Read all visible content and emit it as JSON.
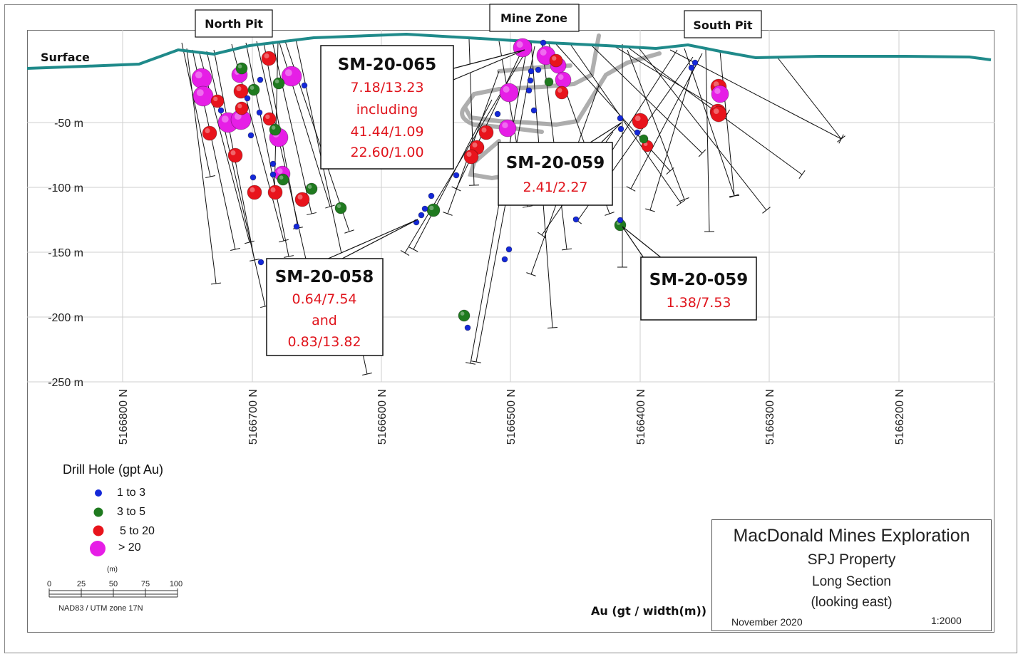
{
  "section": {
    "surface_label": "Surface",
    "pits": [
      {
        "name": "North Pit"
      },
      {
        "name": "Mine Zone"
      },
      {
        "name": "South Pit"
      }
    ],
    "depth_labels": [
      "-50 m",
      "-100 m",
      "-150 m",
      "-200 m",
      "-250 m"
    ],
    "northing_labels": [
      "5166800 N",
      "5166700 N",
      "5166600 N",
      "5166500 N",
      "5166400 N",
      "5166300 N",
      "5166200 N"
    ],
    "units_label": "Au (gt / width(m))",
    "colors": {
      "surface": "#1f8a8a",
      "blue": "#1428d8",
      "green": "#1f7a1f",
      "red": "#e8141c",
      "magenta": "#e61ee6",
      "callout_red": "#e0141c"
    }
  },
  "callouts": [
    {
      "hole": "SM-20-065",
      "lines": [
        "7.18/13.23",
        "including",
        "41.44/1.09",
        "22.60/1.00"
      ]
    },
    {
      "hole": "SM-20-059",
      "lines": [
        "2.41/2.27"
      ]
    },
    {
      "hole": "SM-20-058",
      "lines": [
        "0.64/7.54",
        "and",
        "0.83/13.82"
      ]
    },
    {
      "hole": "SM-20-059",
      "lines": [
        "1.38/7.53"
      ]
    }
  ],
  "legend": {
    "title": "Drill Hole (gpt Au)",
    "items": [
      {
        "label": "1 to 3",
        "color": "blue"
      },
      {
        "label": "3 to 5",
        "color": "green"
      },
      {
        "label": "5 to 20",
        "color": "red"
      },
      {
        "label": "> 20",
        "color": "magenta"
      }
    ]
  },
  "scale_bar": {
    "unit": "(m)",
    "ticks": [
      "0",
      "25",
      "50",
      "75",
      "100"
    ],
    "datum": "NAD83 / UTM zone 17N"
  },
  "title_block": {
    "company": "MacDonald Mines Exploration",
    "property": "SPJ Property",
    "section": "Long Section",
    "view": "(looking east)",
    "date": "November 2020",
    "scale": "1:2000"
  }
}
